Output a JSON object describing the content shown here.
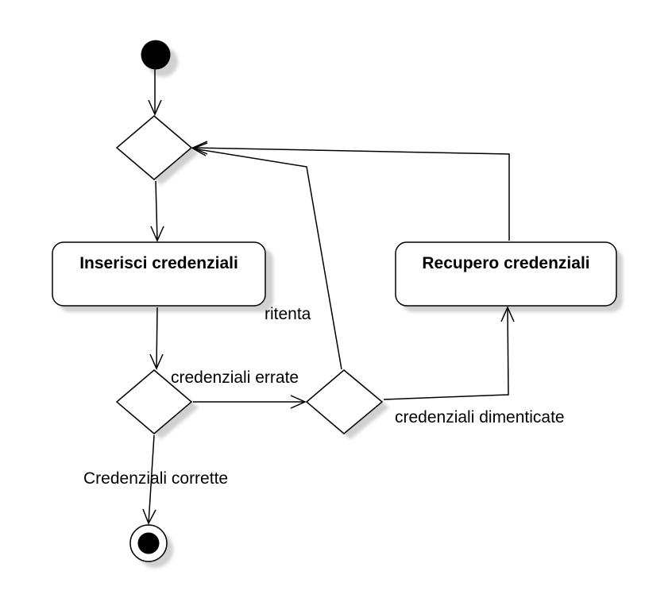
{
  "diagram": {
    "actions": {
      "insert_credentials": "Inserisci credenziali",
      "recover_credentials": "Recupero credenziali"
    },
    "edge_labels": {
      "retry": "ritenta",
      "wrong_credentials": "credenziali errate",
      "forgotten_credentials": "credenziali dimenticate",
      "correct_credentials": "Credenziali corrette"
    }
  }
}
